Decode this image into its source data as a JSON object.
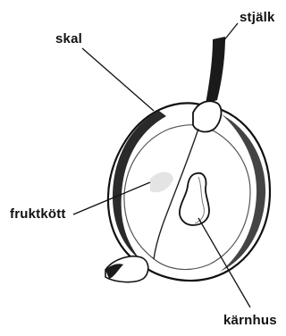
{
  "diagram": {
    "labels": {
      "stalk": "stjälk",
      "skin": "skal",
      "flesh": "fruktkött",
      "core": "kärnhus"
    }
  }
}
